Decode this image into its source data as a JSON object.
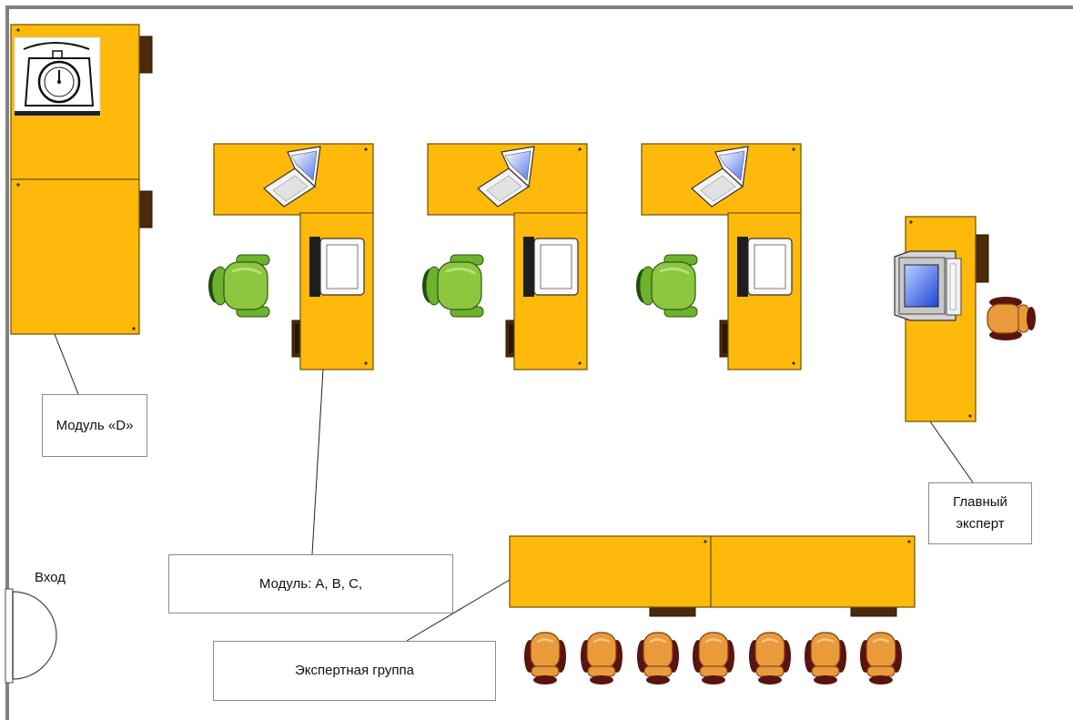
{
  "labels": {
    "module_d": "Модуль «D»",
    "modules_abc": "Модуль: A, B, C,",
    "expert_group": "Экспертная группа",
    "chief_expert": "Главный эксперт",
    "entrance": "Вход"
  },
  "colors": {
    "desk": "#ffb90a",
    "desk_border": "#6b5100",
    "competitor_chair": "#8dc63f",
    "expert_chair": "#e99a3a",
    "chair_dark": "#5a1410",
    "wall": "#808080"
  }
}
